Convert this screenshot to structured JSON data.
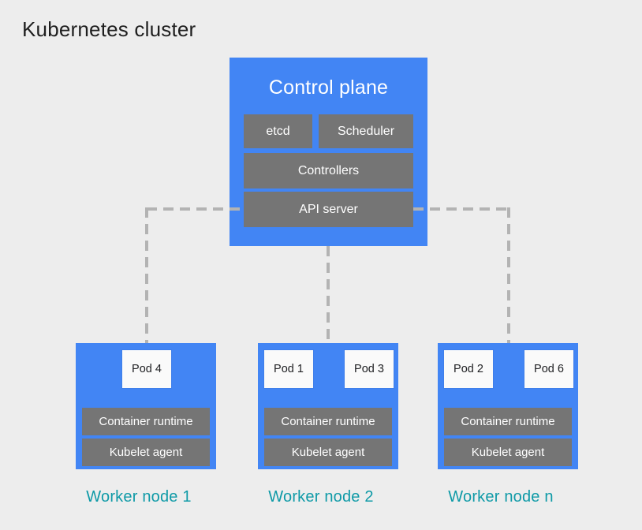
{
  "title": "Kubernetes cluster",
  "colors": {
    "background": "#ededed",
    "node_blue": "#4285f4",
    "component_gray": "#757575",
    "pod_white": "#fafafa",
    "pod_text": "#202124",
    "worker_label_teal": "#0e9aa7",
    "title_text": "#1f1f1f",
    "dash_gray": "#b3b3b3",
    "white_text": "#ffffff"
  },
  "control_plane": {
    "title": "Control plane",
    "components": [
      "etcd",
      "Scheduler",
      "Controllers",
      "API server"
    ]
  },
  "worker_nodes": [
    {
      "label": "Worker node 1",
      "pods": [
        "Pod 4"
      ],
      "components": [
        "Container runtime",
        "Kubelet agent"
      ]
    },
    {
      "label": "Worker node 2",
      "pods": [
        "Pod 1",
        "Pod 3"
      ],
      "components": [
        "Container runtime",
        "Kubelet agent"
      ]
    },
    {
      "label": "Worker node n",
      "pods": [
        "Pod 2",
        "Pod 6"
      ],
      "components": [
        "Container runtime",
        "Kubelet agent"
      ]
    }
  ]
}
